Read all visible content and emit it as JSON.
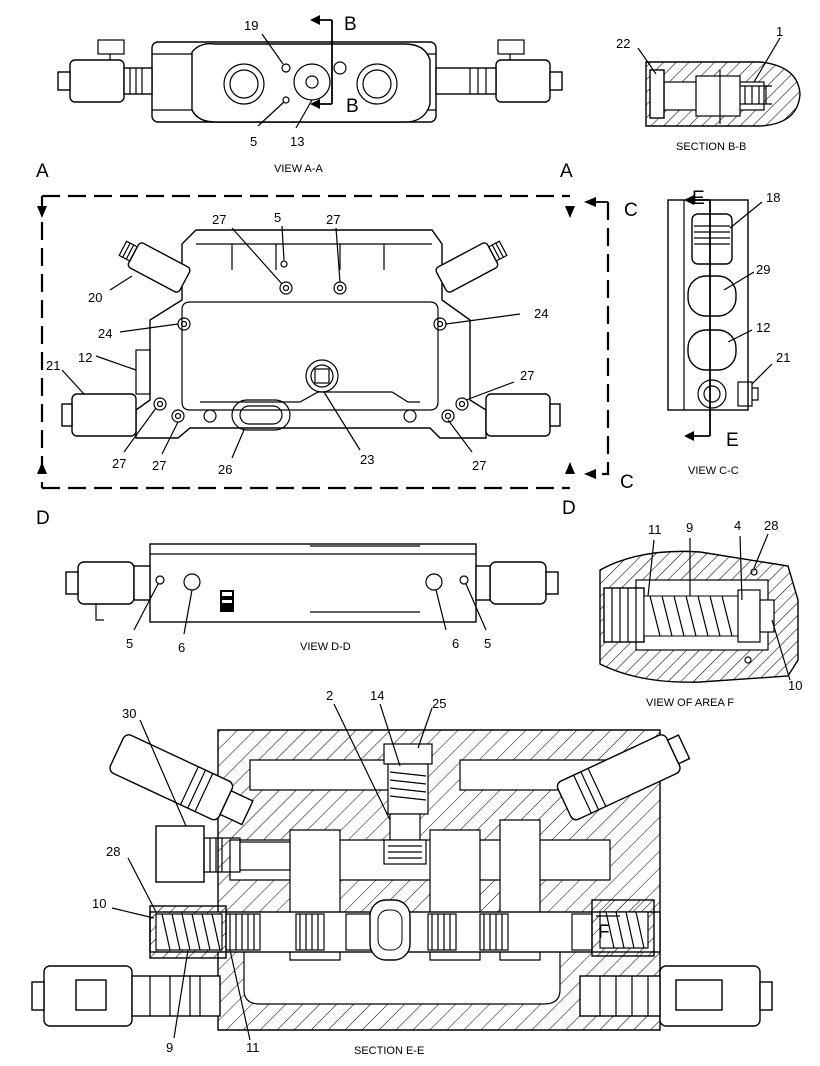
{
  "views": {
    "view_aa": "VIEW A-A",
    "section_bb": "SECTION B-B",
    "view_cc": "VIEW C-C",
    "view_dd": "VIEW D-D",
    "view_area_f": "VIEW OF AREA F",
    "section_ee": "SECTION E-E"
  },
  "section_markers": {
    "a_left": "A",
    "a_right": "A",
    "b_top": "B",
    "b_bottom": "B",
    "c_top": "C",
    "c_bottom": "C",
    "d_left": "D",
    "d_right": "D",
    "e_top": "E",
    "e_bottom": "E",
    "f": "F"
  },
  "callouts": {
    "aa_19": "19",
    "aa_5": "5",
    "aa_13": "13",
    "bb_22": "22",
    "bb_1": "1",
    "main_27a": "27",
    "main_5": "5",
    "main_27b": "27",
    "main_20": "20",
    "main_24a": "24",
    "main_24b": "24",
    "main_12": "12",
    "main_21": "21",
    "main_27c": "27",
    "main_27d": "27",
    "main_27e": "27",
    "main_26": "26",
    "main_23": "23",
    "main_27f": "27",
    "cc_18": "18",
    "cc_29": "29",
    "cc_12": "12",
    "cc_21": "21",
    "dd_5a": "5",
    "dd_6a": "6",
    "dd_6b": "6",
    "dd_5b": "5",
    "f_11": "11",
    "f_9": "9",
    "f_4": "4",
    "f_28": "28",
    "f_10": "10",
    "ee_2": "2",
    "ee_14": "14",
    "ee_25": "25",
    "ee_30": "30",
    "ee_28": "28",
    "ee_10": "10",
    "ee_9": "9",
    "ee_11": "11"
  }
}
